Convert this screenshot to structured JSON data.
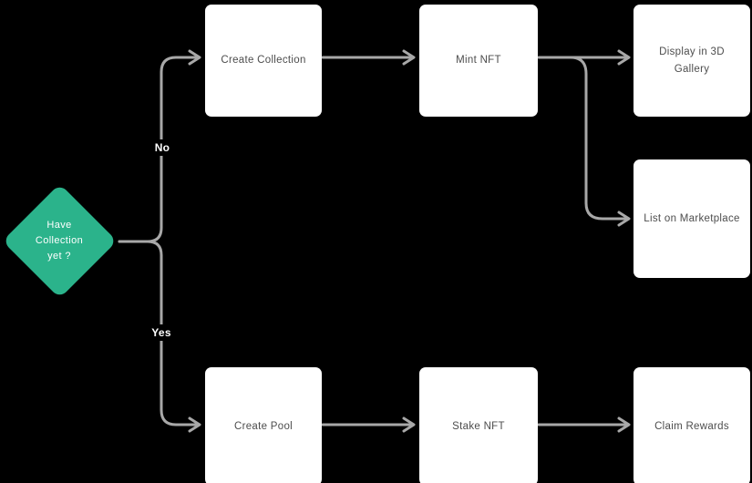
{
  "colors": {
    "background": "#000000",
    "node_fill": "#ffffff",
    "node_text": "#4d4d4d",
    "decision_fill": "#2bb38b",
    "decision_text": "#ffffff",
    "connector": "#a8a8a8",
    "edge_label_text": "#ffffff"
  },
  "decision": {
    "label": "Have Collection yet ?",
    "line1": "Have",
    "line2": "Collection",
    "line3": "yet ?"
  },
  "edge_labels": {
    "no": "No",
    "yes": "Yes"
  },
  "nodes": [
    {
      "id": "create-collection",
      "label": "Create Collection"
    },
    {
      "id": "mint-nft",
      "label": "Mint NFT"
    },
    {
      "id": "display-in-3d-gallery",
      "label": "Display in 3D Gallery"
    },
    {
      "id": "list-on-marketplace",
      "label": "List on Marketplace"
    },
    {
      "id": "create-pool",
      "label": "Create Pool"
    },
    {
      "id": "stake-nft",
      "label": "Stake NFT"
    },
    {
      "id": "claim-rewards",
      "label": "Claim Rewards"
    }
  ],
  "connections": [
    {
      "from": "Have Collection yet ?",
      "via": "No",
      "to": "Create Collection"
    },
    {
      "from": "Have Collection yet ?",
      "via": "Yes",
      "to": "Create Pool"
    },
    {
      "from": "Create Collection",
      "to": "Mint NFT"
    },
    {
      "from": "Mint NFT",
      "to": "Display in 3D Gallery"
    },
    {
      "from": "Mint NFT",
      "to": "List on Marketplace"
    },
    {
      "from": "Create Pool",
      "to": "Stake NFT"
    },
    {
      "from": "Stake NFT",
      "to": "Claim Rewards"
    }
  ]
}
